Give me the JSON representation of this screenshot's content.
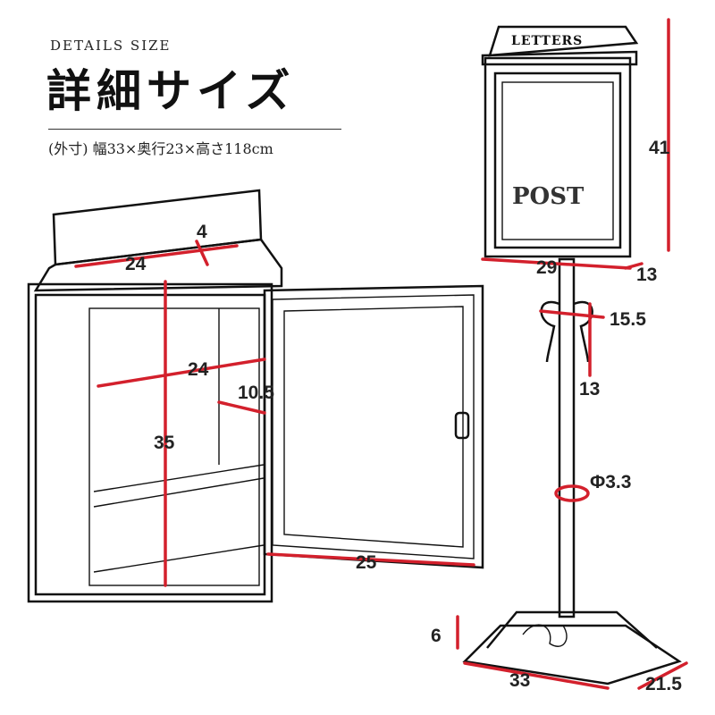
{
  "header": {
    "subtitle": "DETAILS SIZE",
    "title": "詳細サイズ",
    "spec": "(外寸) 幅33×奥行23×高さ118cm"
  },
  "product_labels": {
    "sign": "LETTERS",
    "front": "POST"
  },
  "dimensions": {
    "top_depth": "4",
    "top_width": "24",
    "inner_width": "24",
    "inner_depth": "10.5",
    "inner_height": "35",
    "door_width": "25",
    "box_height": "41",
    "box_width": "29",
    "box_depth": "13",
    "bracket_width": "15.5",
    "bracket_height": "13",
    "pole_diameter": "Φ3.3",
    "base_height": "6",
    "base_width": "33",
    "base_depth": "21.5"
  },
  "colors": {
    "accent": "#d3202c",
    "ink": "#111111"
  }
}
